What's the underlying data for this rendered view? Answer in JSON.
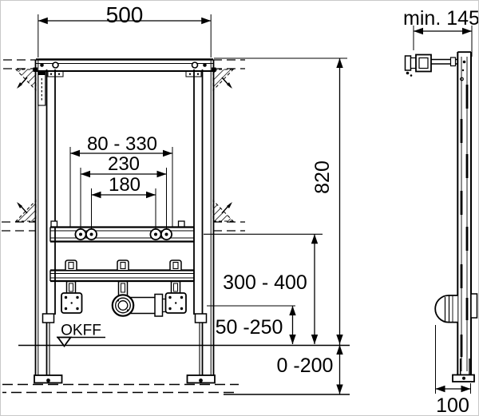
{
  "colors": {
    "ink": "#000000",
    "paper": "#ffffff"
  },
  "front_view": {
    "width_mm": "500",
    "anchor_span": "80 - 330",
    "bolt_span_outer": "230",
    "bolt_span_inner": "180",
    "frame_height": "820",
    "supply_height": "300 - 400",
    "outlet_height": "50 -250",
    "floor_buildup": "0 -200",
    "floor_datum": "OKFF"
  },
  "side_view": {
    "depth_min": "min. 145",
    "outlet_offset": "100"
  }
}
